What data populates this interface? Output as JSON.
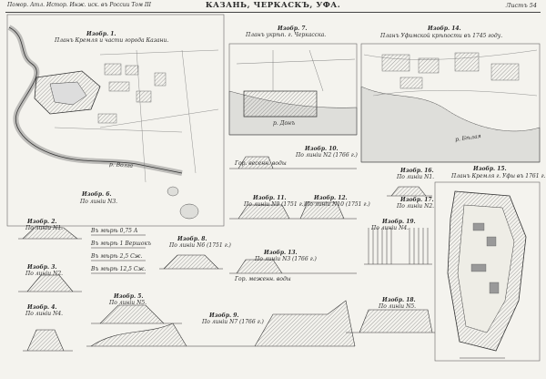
{
  "header": {
    "left": "Помор. Атл. Истор. Инж. иск. въ России Том III",
    "title": "КАЗАНЬ, ЧЕРКАСКЪ, УФА.",
    "right": "Листъ 54"
  },
  "plates": [
    {
      "id": "izobr-1",
      "number": "Изобр. 1.",
      "caption": "Планъ Кремля и части города Казани."
    },
    {
      "id": "izobr-7",
      "number": "Изобр. 7.",
      "caption": "Планъ укрѣп. г. Черкасска."
    },
    {
      "id": "izobr-14",
      "number": "Изобр. 14.",
      "caption": "Планъ Уфимской крѣпости въ 1745 году."
    },
    {
      "id": "izobr-15",
      "number": "Изобр. 15.",
      "caption": "Планъ Кремля г. Уфы въ 1761 г."
    },
    {
      "id": "izobr-6",
      "number": "Изобр. 6.",
      "caption": "По линіи N3."
    },
    {
      "id": "izobr-2",
      "number": "Изобр. 2.",
      "caption": "По линіи N1."
    },
    {
      "id": "izobr-3",
      "number": "Изобр. 3.",
      "caption": "По линіи N2."
    },
    {
      "id": "izobr-4",
      "number": "Изобр. 4.",
      "caption": "По линіи N4."
    },
    {
      "id": "izobr-5",
      "number": "Изобр. 5.",
      "caption": "По линіи N5."
    },
    {
      "id": "izobr-8",
      "number": "Изобр. 8.",
      "caption": "По линіи N6 (1751 г.)"
    },
    {
      "id": "izobr-9",
      "number": "Изобр. 9.",
      "caption": "По линіи N7 (1766 г.)"
    },
    {
      "id": "izobr-10",
      "number": "Изобр. 10.",
      "caption": "По линіи N2 (1766 г.)"
    },
    {
      "id": "izobr-11",
      "number": "Изобр. 11.",
      "caption": "По линіи N9 (1751 г.)"
    },
    {
      "id": "izobr-12",
      "number": "Изобр. 12.",
      "caption": "По линіи N10 (1751 г.)"
    },
    {
      "id": "izobr-13",
      "number": "Изобр. 13.",
      "caption": "По линіи N3 (1766 г.)"
    },
    {
      "id": "izobr-16",
      "number": "Изобр. 16.",
      "caption": "По линіи N1."
    },
    {
      "id": "izobr-17",
      "number": "Изобр. 17.",
      "caption": "По линіи N2."
    },
    {
      "id": "izobr-18",
      "number": "Изобр. 18.",
      "caption": "По линіи N5."
    },
    {
      "id": "izobr-19",
      "number": "Изобр. 19.",
      "caption": "По линіи N4."
    }
  ],
  "map_labels": {
    "rivers": {
      "volga": "р. Волга",
      "don": "р. Донъ",
      "belaya": "р. Бѣлая"
    },
    "water_levels": [
      "Гор. весенн. воды",
      "Гор. меженн. воды"
    ],
    "scales": [
      "Въ мѣрѣ 0,75 А",
      "Въ мѣрѣ 1 Вершокъ",
      "Въ мѣрѣ 2,5 Сж.",
      "Въ мѣрѣ 12,5 Сж."
    ]
  }
}
